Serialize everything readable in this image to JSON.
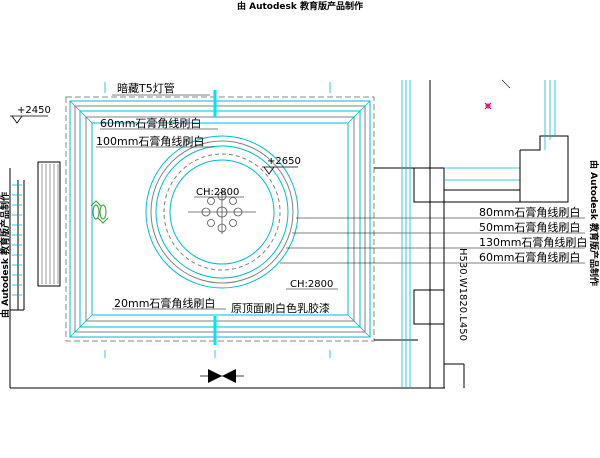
{
  "watermark": {
    "top": "由 Autodesk 教育版产品制作",
    "left": "由 Autodesk 教育版产品制作",
    "right": "由 Autodesk 教育版产品制作"
  },
  "levels": {
    "outer": "+2450",
    "inner": "+2650",
    "ch_center": "CH:2800",
    "ch_lower": "CH:2800"
  },
  "labels": {
    "hidden_light": "暗藏T5灯管",
    "molding_60_top": "60mm石膏角线刷白",
    "molding_100": "100mm石膏角线刷白",
    "molding_20": "20mm石膏角线刷白",
    "original_ceiling": "原顶面刷白色乳胶漆"
  },
  "right_notes": [
    "80mm石膏角线刷白",
    "50mm石膏角线刷白",
    "130mm石膏角线刷白",
    "60mm石膏角线刷白"
  ],
  "unit_dims": "H530.W1820.L450",
  "colors": {
    "line": "#000000",
    "cyan": "#00bcd4",
    "cyan_bright": "#00e5ff",
    "gray": "#808080",
    "magenta": "#d0006f",
    "green": "#2e9e2e"
  }
}
